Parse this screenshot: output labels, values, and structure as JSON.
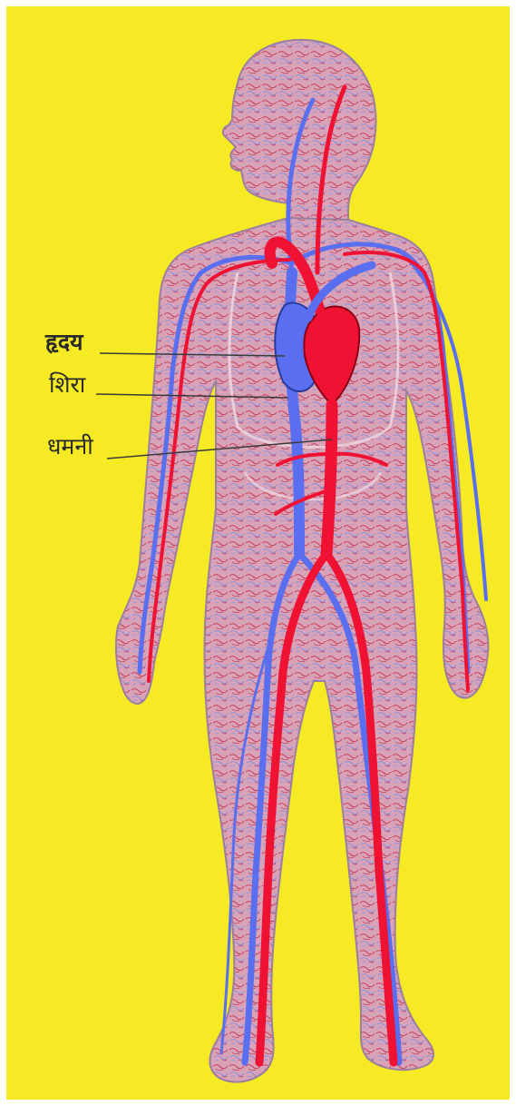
{
  "colors": {
    "background": "#f5ea23",
    "body_fill": "#d8a3b8",
    "body_outline": "#9a7fa0",
    "artery": "#f01232",
    "vein": "#5a6ff0",
    "capillary_red": "#c9304a",
    "capillary_blue": "#7f8fe0",
    "label_text": "#2a2a2a",
    "leader_line": "#3a3a3a"
  },
  "labels": {
    "heart": "हृदय",
    "vein": "शिरा",
    "artery": "धमनी"
  }
}
